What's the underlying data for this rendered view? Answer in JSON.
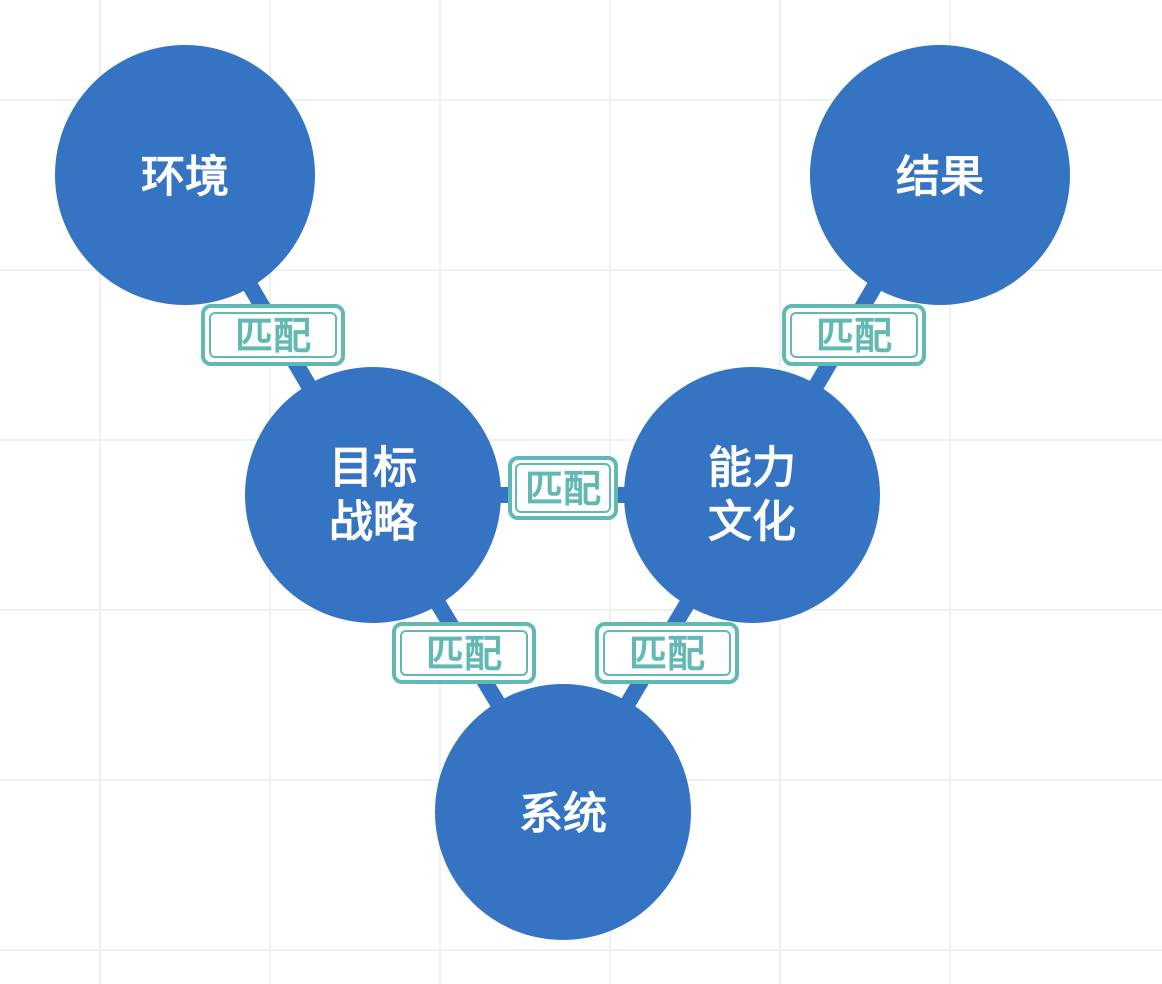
{
  "nodes": {
    "environment": {
      "label": "环境"
    },
    "result": {
      "label": "结果"
    },
    "goal_strategy": {
      "line1": "目标",
      "line2": "战略"
    },
    "capability_culture": {
      "line1": "能力",
      "line2": "文化"
    },
    "system": {
      "label": "系统"
    }
  },
  "links": {
    "environment_goal": {
      "tag": "匹配"
    },
    "result_capability": {
      "tag": "匹配"
    },
    "goal_capability": {
      "tag": "匹配"
    },
    "goal_system": {
      "tag": "匹配"
    },
    "capability_system": {
      "tag": "匹配"
    }
  },
  "colors": {
    "node_fill": "#3474c3",
    "node_text": "#ffffff",
    "tag_border": "#62b8b3",
    "background": "#ffffff"
  }
}
